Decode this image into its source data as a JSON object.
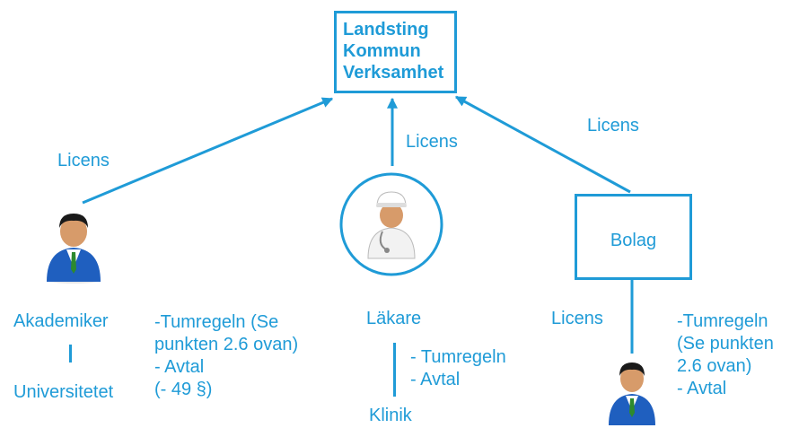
{
  "top_box": {
    "line1": "Landsting",
    "line2": "Kommun",
    "line3": "Verksamhet"
  },
  "edge_labels": {
    "left": "Licens",
    "middle": "Licens",
    "right": "Licens",
    "bolag_down": "Licens"
  },
  "bolag": {
    "label": "Bolag"
  },
  "left_node": {
    "role": "Akademiker",
    "org": "Universitetet",
    "notes": [
      "-Tumregeln (Se",
      "punkten  2.6 ovan)",
      "- Avtal",
      "(- 49 §)"
    ]
  },
  "middle_node": {
    "role": "Läkare",
    "org": "Klinik",
    "notes": [
      "- Tumregeln",
      "- Avtal"
    ]
  },
  "right_node": {
    "notes": [
      "-Tumregeln",
      "(Se punkten",
      "2.6 ovan)",
      "- Avtal"
    ]
  },
  "colors": {
    "accent": "#1f9bd7",
    "suit": "#1f5fbf",
    "skin": "#d79b6a"
  },
  "icons": [
    "businessman-icon",
    "doctor-icon",
    "businessman-icon"
  ]
}
